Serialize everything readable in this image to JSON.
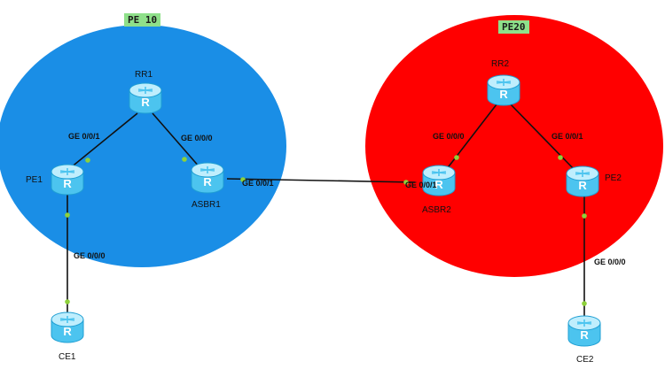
{
  "areas": {
    "left": {
      "label": "PE 10",
      "color": "#1a8ee6"
    },
    "right": {
      "label": "PE20",
      "color": "#ff0000"
    }
  },
  "devices": {
    "rr1": {
      "label": "RR1"
    },
    "pe1": {
      "label": "PE1"
    },
    "asbr1": {
      "label": "ASBR1"
    },
    "ce1": {
      "label": "CE1"
    },
    "rr2": {
      "label": "RR2"
    },
    "asbr2": {
      "label": "ASBR2"
    },
    "pe2": {
      "label": "PE2"
    },
    "ce2": {
      "label": "CE2"
    }
  },
  "interfaces": {
    "rr1_pe1": "GE 0/0/1",
    "rr1_asbr1": "GE 0/0/0",
    "asbr1_out": "GE 0/0/1",
    "pe1_ce1": "GE 0/0/0",
    "rr2_asbr2": "GE 0/0/0",
    "rr2_pe2": "GE 0/0/1",
    "asbr2_in": "GE 0/0/1",
    "pe2_ce2": "GE 0/0/0"
  },
  "colors": {
    "link": "#111111",
    "port": "#8ed13a",
    "router_top": "#bfeefd",
    "router_body": "#4cc4ef",
    "router_edge": "#1f9fd3",
    "router_glyph": "#ffffff"
  },
  "icons": {
    "router": "router-icon"
  }
}
